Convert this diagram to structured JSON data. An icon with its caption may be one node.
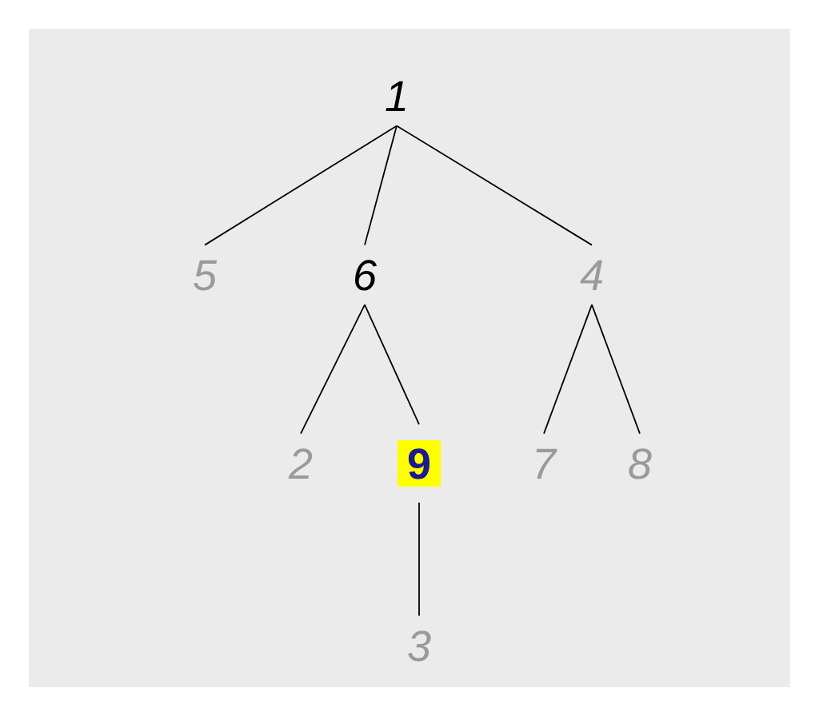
{
  "diagram": {
    "nodes": [
      {
        "text": [
          "1"
        ]
      },
      {
        "text": [
          "5"
        ]
      },
      {
        "text": [
          "6"
        ]
      },
      {
        "text": [
          "4"
        ]
      },
      {
        "text": [
          "2"
        ]
      },
      {
        "text": [
          "9"
        ]
      },
      {
        "text": [
          "7"
        ]
      },
      {
        "text": [
          "8"
        ]
      },
      {
        "text": [
          "3"
        ]
      }
    ],
    "edges": [
      {
        "from": 0,
        "to": 1,
        "arrow": "none"
      },
      {
        "from": 0,
        "to": 2,
        "arrow": "none"
      },
      {
        "from": 0,
        "to": 3,
        "arrow": "none"
      },
      {
        "from": 2,
        "to": 4,
        "arrow": "none"
      },
      {
        "from": 2,
        "to": 5,
        "arrow": "none"
      },
      {
        "from": 3,
        "to": 6,
        "arrow": "none"
      },
      {
        "from": 3,
        "to": 7,
        "arrow": "none"
      },
      {
        "from": 5,
        "to": 8,
        "arrow": "none"
      }
    ]
  }
}
